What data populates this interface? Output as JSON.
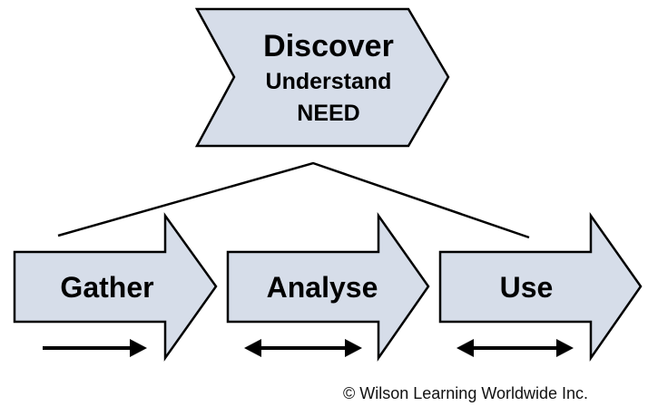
{
  "colors": {
    "shape_fill": "#d6dde9",
    "stroke": "#000000",
    "background": "#ffffff"
  },
  "top_stage": {
    "title": "Discover",
    "line2": "Understand",
    "line3": "NEED"
  },
  "steps": [
    {
      "label": "Gather",
      "indicator": "arrow-right"
    },
    {
      "label": "Analyse",
      "indicator": "arrow-double"
    },
    {
      "label": "Use",
      "indicator": "arrow-double"
    }
  ],
  "copyright": "© Wilson Learning Worldwide Inc."
}
